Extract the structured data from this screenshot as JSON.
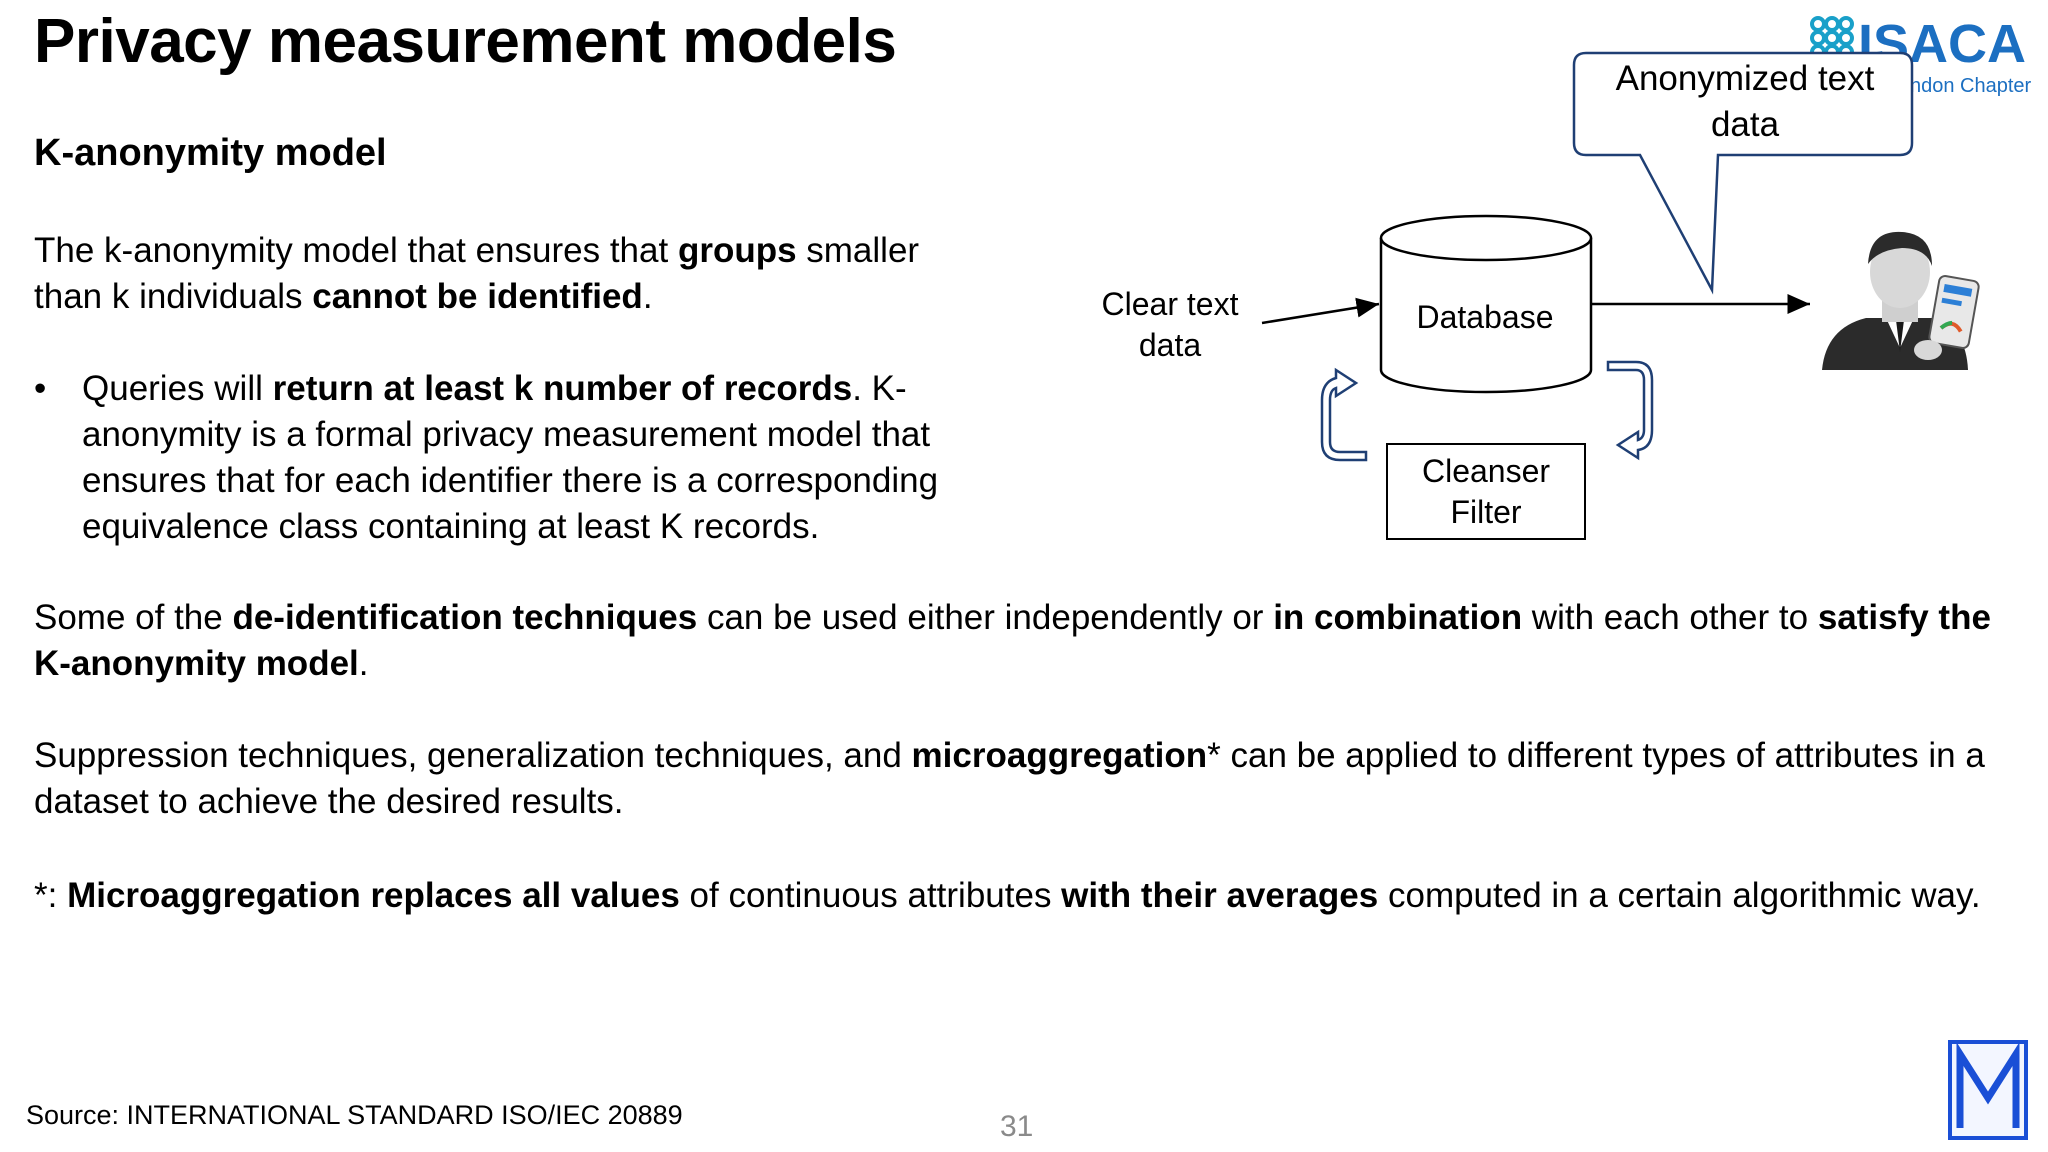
{
  "slide": {
    "title": "Privacy measurement models",
    "subtitle": "K-anonymity model",
    "intro": [
      {
        "t": "The k-anonymity model that ensures that ",
        "b": false
      },
      {
        "t": "groups",
        "b": true
      },
      {
        "t": " smaller than k individuals ",
        "b": false
      },
      {
        "t": "cannot be identified",
        "b": true
      },
      {
        "t": ".",
        "b": false
      }
    ],
    "bullet_marker": "•",
    "bullet": [
      {
        "t": "Queries will ",
        "b": false
      },
      {
        "t": "return at least k number of records",
        "b": true
      },
      {
        "t": ". K-anonymity is a formal privacy measurement model that ensures that for each identifier there is a corresponding equivalence class containing at least K records.",
        "b": false
      }
    ],
    "para_deid": [
      {
        "t": "Some of the ",
        "b": false
      },
      {
        "t": "de-identification techniques",
        "b": true
      },
      {
        "t": " can be used either independently or ",
        "b": false
      },
      {
        "t": "in combination",
        "b": true
      },
      {
        "t": " with each other to ",
        "b": false
      },
      {
        "t": "satisfy the K-anonymity model",
        "b": true
      },
      {
        "t": ".",
        "b": false
      }
    ],
    "para_supp": [
      {
        "t": "Suppression techniques, generalization techniques, and ",
        "b": false
      },
      {
        "t": "microaggregation",
        "b": true
      },
      {
        "t": "* can be applied to different types of attributes in a dataset to achieve the desired results.",
        "b": false
      }
    ],
    "para_micro": [
      {
        "t": "*: ",
        "b": false
      },
      {
        "t": "Microaggregation replaces all values",
        "b": true
      },
      {
        "t": " of continuous attributes ",
        "b": false
      },
      {
        "t": "with their averages",
        "b": true
      },
      {
        "t": " computed in a certain algorithmic way.",
        "b": false
      }
    ],
    "source": "Source: INTERNATIONAL STANDARD ISO/IEC 20889",
    "page_number": "31"
  },
  "diagram": {
    "clear_text": "Clear text data",
    "database": "Database",
    "cleanser": "Cleanser Filter",
    "callout": "Anonymized text data",
    "person_icon": "person-with-phone-icon"
  },
  "logos": {
    "isaca_name": "ISACA",
    "isaca_chapter": "ndon Chapter",
    "isaca_color": "#1c6fc1",
    "isaca_icon_color": "#19a0c9",
    "m_logo_text": "M",
    "m_logo_color": "#1a4fd6"
  },
  "colors": {
    "diagram_arrow": "#1f3f74",
    "callout_border": "#1f3f74",
    "page_number": "#8a8a8a"
  }
}
